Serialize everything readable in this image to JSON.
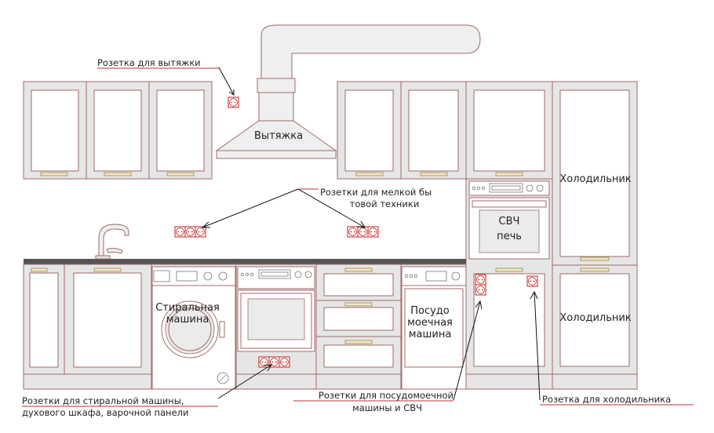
{
  "labels": {
    "hood_socket": "Розетка для вытяжки",
    "small_appliances_line1": "Розетки для мелкой бы",
    "small_appliances_line2": "товой техники",
    "washer_oven_line1": "Розетки для стиральной машины,",
    "washer_oven_line2": "духового шкафа, варочной панели",
    "dishwasher_mw_line1": "Розетки для посудомоечной",
    "dishwasher_mw_line2": "машины и СВЧ",
    "fridge_socket": "Розетка для холодильника"
  },
  "devices": {
    "hood": "Вытяжка",
    "fridge_top": "Холодильник",
    "fridge_bottom": "Холодильник",
    "microwave_line1": "СВЧ",
    "microwave_line2": "печь",
    "washer_line1": "Стиральная",
    "washer_line2": "машина",
    "dishwasher_line1": "Посудо",
    "dishwasher_line2": "моечная",
    "dishwasher_line3": "машина"
  },
  "sockets": [
    {
      "id": "hood",
      "name": "socket-hood",
      "cols": 1,
      "rows": 1
    },
    {
      "id": "left-wall",
      "name": "socket-group-left-wall",
      "cols": 3,
      "rows": 1
    },
    {
      "id": "right-wall",
      "name": "socket-group-right-wall",
      "cols": 3,
      "rows": 1
    },
    {
      "id": "under-oven",
      "name": "socket-group-under-oven",
      "cols": 3,
      "rows": 1
    },
    {
      "id": "dishwasher-mw",
      "name": "socket-group-dishwasher-microwave",
      "cols": 1,
      "rows": 2
    },
    {
      "id": "fridge",
      "name": "socket-fridge",
      "cols": 1,
      "rows": 1
    }
  ],
  "colors": {
    "outline": "#a06a6a",
    "cabinet_fill": "#e6e6e6",
    "socket": "#c62020",
    "countertop": "#555555",
    "leader_underline": "#c03030"
  }
}
